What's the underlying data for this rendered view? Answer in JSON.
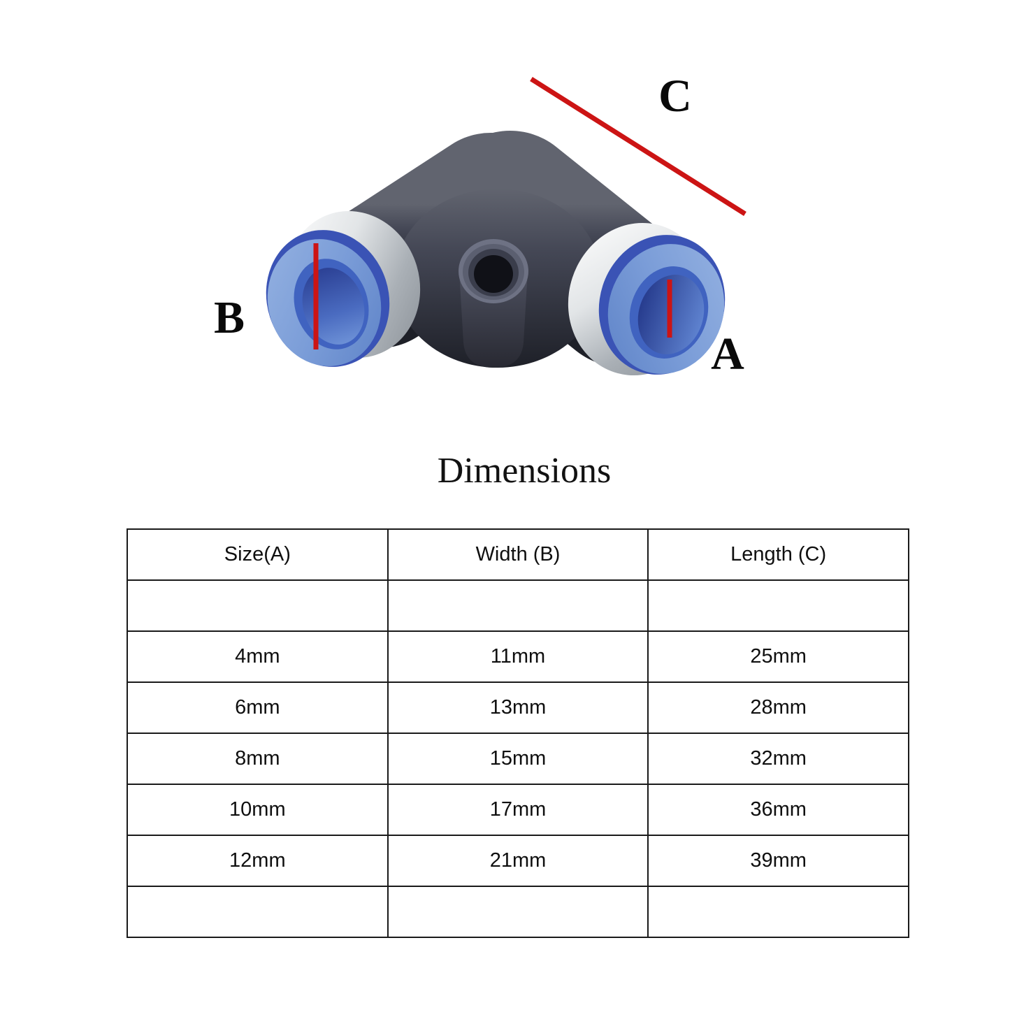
{
  "diagram": {
    "label_a": "A",
    "label_b": "B",
    "label_c": "C",
    "colors": {
      "dimension_line": "#cc1414",
      "body_dark": "#3a3d49",
      "collet_light_blue": "#7b9dd8",
      "collet_dark_blue": "#3a53b5",
      "metal_ring": "#d7dadd"
    }
  },
  "section_title": "Dimensions",
  "dimensions_table": {
    "headers": [
      "Size(A)",
      "Width (B)",
      "Length (C)"
    ],
    "rows": [
      [
        "",
        "",
        ""
      ],
      [
        "4mm",
        "11mm",
        "25mm"
      ],
      [
        "6mm",
        "13mm",
        "28mm"
      ],
      [
        "8mm",
        "15mm",
        "32mm"
      ],
      [
        "10mm",
        "17mm",
        "36mm"
      ],
      [
        "12mm",
        "21mm",
        "39mm"
      ],
      [
        "",
        "",
        ""
      ]
    ]
  }
}
